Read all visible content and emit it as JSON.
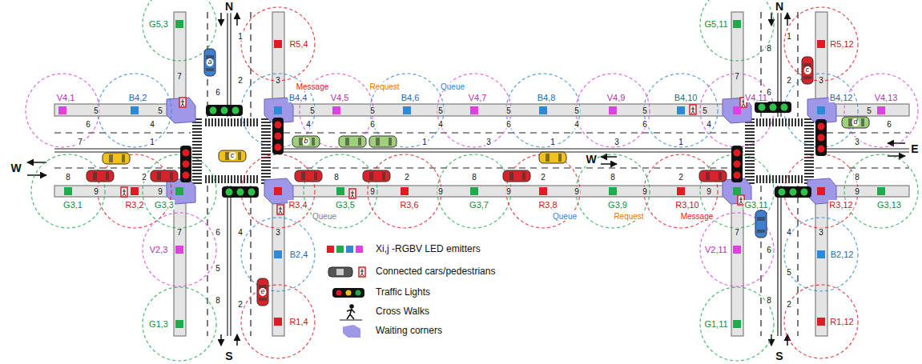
{
  "diagram": {
    "labels": [
      "V4,1",
      "B4,2",
      "G5,3",
      "R5,4",
      "B4,4",
      "V4,5",
      "B4,6",
      "V4,7",
      "B4,8",
      "V4,9",
      "B4,10",
      "V4,11",
      "B4,12",
      "V4,13",
      "G3,1",
      "R3,2",
      "G3,3",
      "R3,4",
      "G3,5",
      "R3,6",
      "G3,7",
      "R3,8",
      "G3,9",
      "R3,10",
      "G3,11",
      "R3,12",
      "G3,13",
      "V2,3",
      "B2,4",
      "G1,3",
      "R1,4",
      "G5,11",
      "R5,12",
      "V2,11",
      "B2,12",
      "G1,11",
      "R1,12",
      "Message",
      "Request",
      "Queue",
      "Queue",
      "Queue",
      "Request",
      "Message",
      "N",
      "N",
      "S",
      "S",
      "W",
      "W",
      "E",
      "a",
      "c",
      "b",
      "e",
      "c",
      "d",
      "5",
      "5",
      "5",
      "5",
      "5",
      "5",
      "5",
      "5",
      "5",
      "5",
      "9",
      "9",
      "9",
      "9",
      "9",
      "9",
      "9",
      "9",
      "9",
      "6",
      "4",
      "4",
      "6",
      "4",
      "6",
      "4",
      "6",
      "4",
      "6",
      "7",
      "1",
      "1",
      "3",
      "1",
      "3",
      "1",
      "3",
      "8",
      "2",
      "8",
      "2",
      "8",
      "2",
      "8",
      "2",
      "8",
      "1",
      "2",
      "6",
      "7",
      "3",
      "6",
      "4",
      "5",
      "7",
      "3",
      "8",
      "2",
      "1",
      "2",
      "6",
      "8",
      "7",
      "3",
      "6",
      "4",
      "5",
      "7",
      "3",
      "8",
      "2"
    ],
    "legend": [
      {
        "text": "Xi,j -RGBV LED emitters"
      },
      {
        "text": "Connected cars/pedestrians"
      },
      {
        "text": "Traffic Lights"
      },
      {
        "text": "Cross Walks"
      },
      {
        "text": "Waiting corners",
        "color": "#9e98e6"
      }
    ]
  }
}
